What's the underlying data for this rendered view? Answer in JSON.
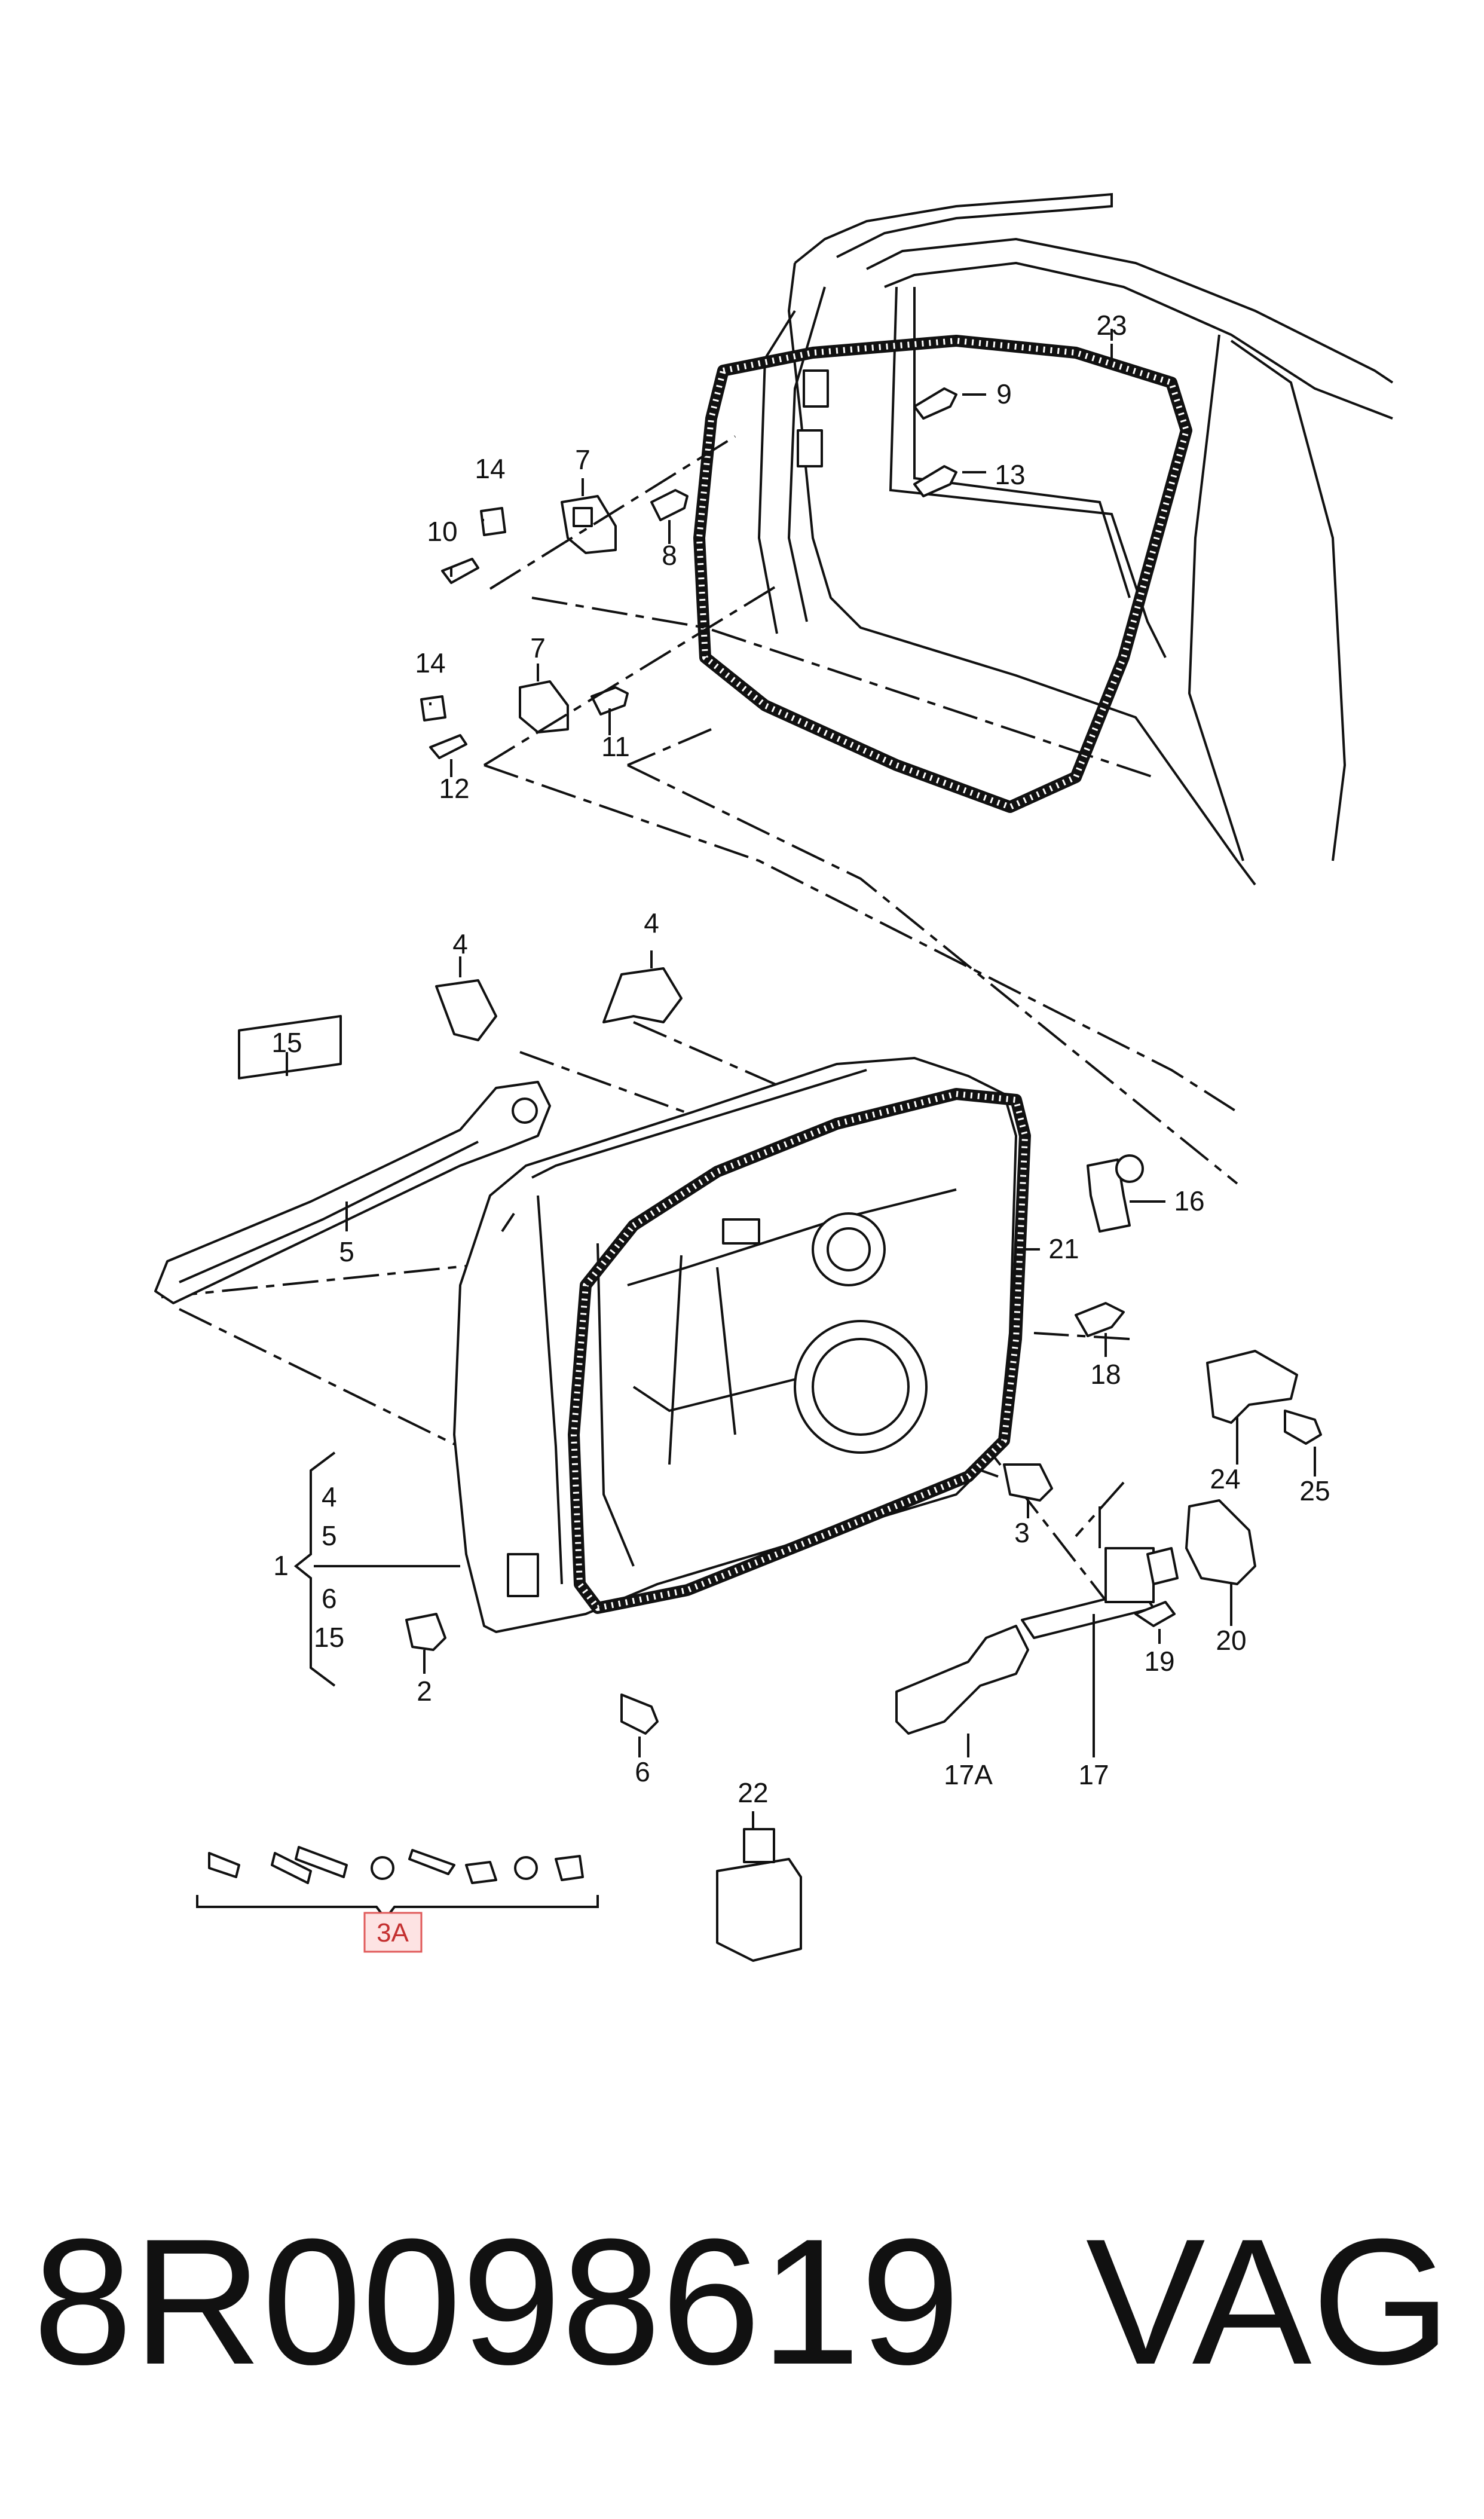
{
  "labels": {
    "c1": "1",
    "c2": "2",
    "c3": "3",
    "c4a": "4",
    "c4b": "4",
    "c4c": "4",
    "c5a": "5",
    "c5b": "5",
    "c6a": "6",
    "c6b": "6",
    "c7a": "7",
    "c7b": "7",
    "c8": "8",
    "c9": "9",
    "c10": "10",
    "c11": "11",
    "c12": "12",
    "c13": "13",
    "c14a": "14",
    "c14b": "14",
    "c15a": "15",
    "c15b": "15",
    "c16": "16",
    "c17": "17",
    "c17a": "17A",
    "c18": "18",
    "c19": "19",
    "c20": "20",
    "c21": "21",
    "c22": "22",
    "c23": "23",
    "c24": "24",
    "c25": "25",
    "c3a": "3A"
  },
  "footer": {
    "part_number": "8R0098619",
    "brand": "VAG"
  },
  "colors": {
    "line": "#111111",
    "highlight_fill": "#fde3e3",
    "highlight_stroke": "#e05a5a",
    "highlight_text": "#c43030"
  }
}
